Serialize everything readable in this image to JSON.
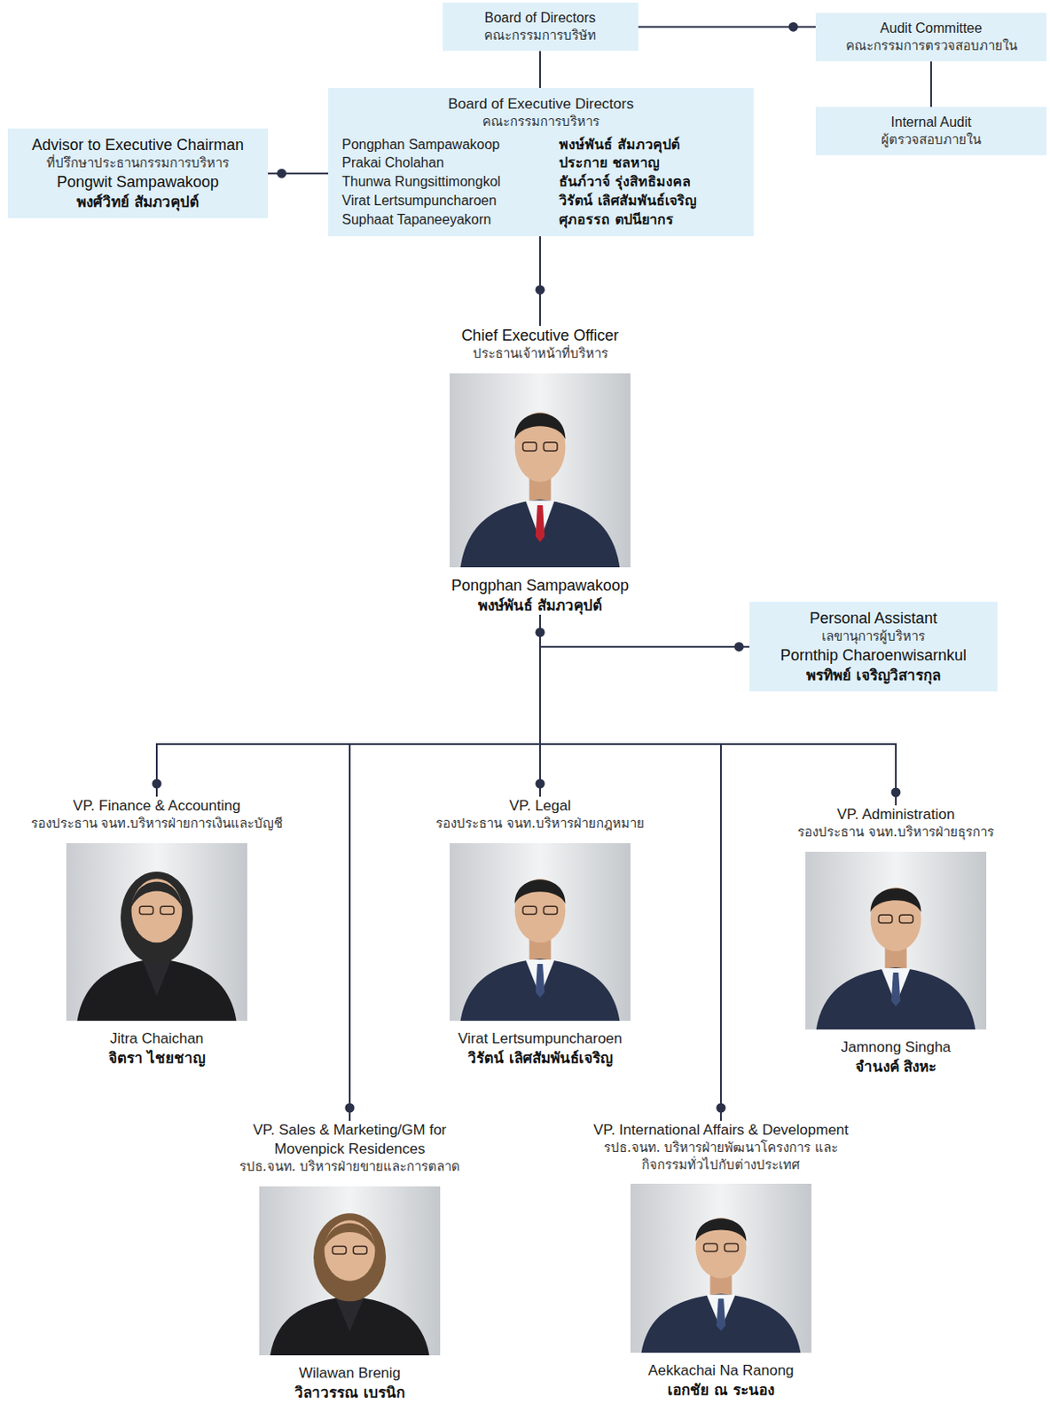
{
  "diagram": {
    "nodes": [
      {
        "text": [
          "Board of Directors",
          "คณะกรรมการบริษัท"
        ]
      },
      {
        "text": [
          "Audit Committee",
          "คณะกรรมการตรวจสอบภายใน"
        ]
      },
      {
        "text": [
          "Internal Audit",
          "ผู้ตรวจสอบภายใน"
        ]
      },
      {
        "text": [
          "Advisor to Executive Chairman",
          "ที่ปรึกษาประธานกรรมการบริหาร",
          "Pongwit Sampawakoop",
          "พงศ์วิทย์ สัมภวคุปต์"
        ]
      },
      {
        "text": [
          "Board of Executive Directors",
          "คณะกรรมการบริหาร",
          "Pongphan Sampawakoop",
          "พงษ์พันธ์ สัมภวคุปต์",
          "Prakai Cholahan",
          "ประกาย ชลหาญ",
          "Thunwa Rungsittimongkol",
          "ธันภ์วาจ์ รุ่งสิทธิมงคล",
          "Virat Lertsumpuncharoen",
          "วิรัตน์ เลิศสัมพันธ์เจริญ",
          "Suphaat Tapaneeyakorn",
          "ศุภอรรถ ตปนียากร"
        ]
      },
      {
        "text": [
          "Chief Executive Officer",
          "ประธานเจ้าหน้าที่บริหาร",
          "Pongphan Sampawakoop",
          "พงษ์พันธ์ สัมภวคุปต์"
        ]
      },
      {
        "text": [
          "Personal Assistant",
          "เลขานุการผู้บริหาร",
          "Pornthip Charoenwisarnkul",
          "พรทิพย์ เจริญวิสารกุล"
        ]
      },
      {
        "text": [
          "VP. Finance & Accounting",
          "รองประธาน จนท.บริหารฝ่ายการเงินและบัญชี",
          "Jitra Chaichan",
          "จิตรา ไชยชาญ"
        ]
      },
      {
        "text": [
          "VP. Legal",
          "รองประธาน จนท.บริหารฝ่ายกฎหมาย",
          "Virat Lertsumpuncharoen",
          "วิรัตน์ เลิศสัมพันธ์เจริญ"
        ]
      },
      {
        "text": [
          "VP. Administration",
          "รองประธาน จนท.บริหารฝ่ายธุรการ",
          "Jamnong Singha",
          "จำนงค์ สิงหะ"
        ]
      },
      {
        "text": [
          "VP. Sales & Marketing/GM for Movenpick Residences",
          "รปธ.จนท. บริหารฝ่ายขายและการตลาด",
          "Wilawan Brenig",
          "วิลาวรรณ เบรนิก"
        ]
      },
      {
        "text": [
          "VP. International Affairs & Development",
          "รปธ.จนท. บริหารฝ่ายพัฒนาโครงการ และกิจกรรมทั่วไปกับต่างประเทศ",
          "Aekkachai Na Ranong",
          "เอกชัย ณ ระนอง"
        ]
      }
    ],
    "edges": [
      {
        "from": 0,
        "to": 1,
        "arrow": "none"
      },
      {
        "from": 1,
        "to": 2,
        "arrow": "none"
      },
      {
        "from": 0,
        "to": 4,
        "arrow": "none"
      },
      {
        "from": 3,
        "to": 4,
        "arrow": "none"
      },
      {
        "from": 4,
        "to": 5,
        "arrow": "none"
      },
      {
        "from": 5,
        "to": 6,
        "arrow": "none"
      },
      {
        "from": 5,
        "to": 7,
        "arrow": "none"
      },
      {
        "from": 5,
        "to": 8,
        "arrow": "none"
      },
      {
        "from": 5,
        "to": 9,
        "arrow": "none"
      },
      {
        "from": 5,
        "to": 10,
        "arrow": "none"
      },
      {
        "from": 5,
        "to": 11,
        "arrow": "none"
      }
    ]
  }
}
